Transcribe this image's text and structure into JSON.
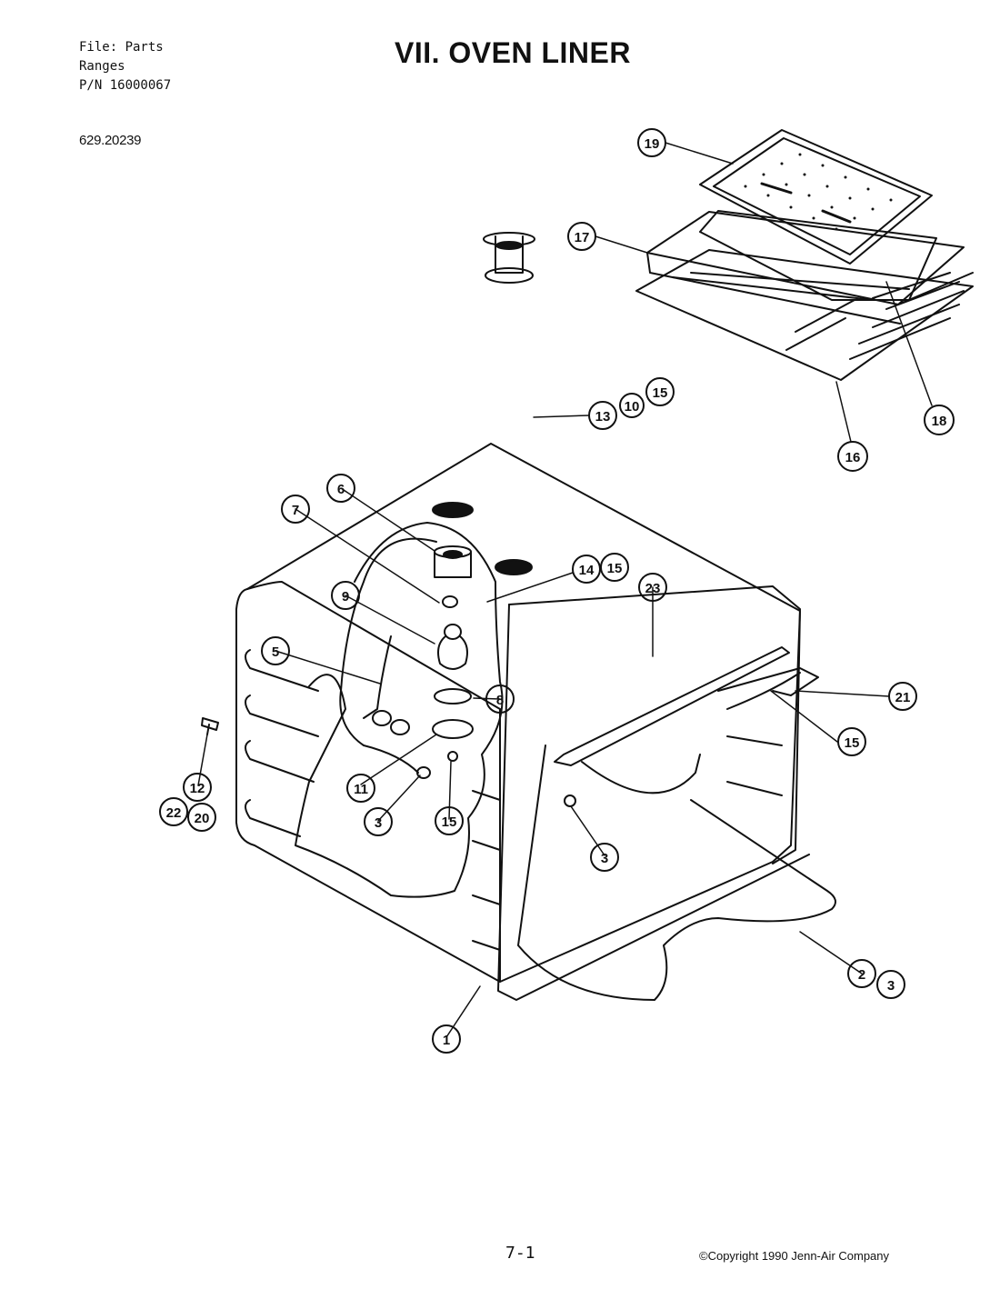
{
  "header": {
    "file": "File: Parts",
    "category": "Ranges",
    "part_number": "P/N 16000067",
    "model": "629.20239"
  },
  "title": "VII. OVEN LINER",
  "footer": {
    "page": "7-1",
    "copyright": "©Copyright 1990 Jenn-Air Company"
  },
  "callouts": [
    "19",
    "17",
    "18",
    "16",
    "13",
    "10",
    "15",
    "6",
    "7",
    "14",
    "15",
    "23",
    "9",
    "5",
    "8",
    "21",
    "15",
    "11",
    "3",
    "15",
    "3",
    "12",
    "22",
    "20",
    "2",
    "3",
    "1"
  ]
}
